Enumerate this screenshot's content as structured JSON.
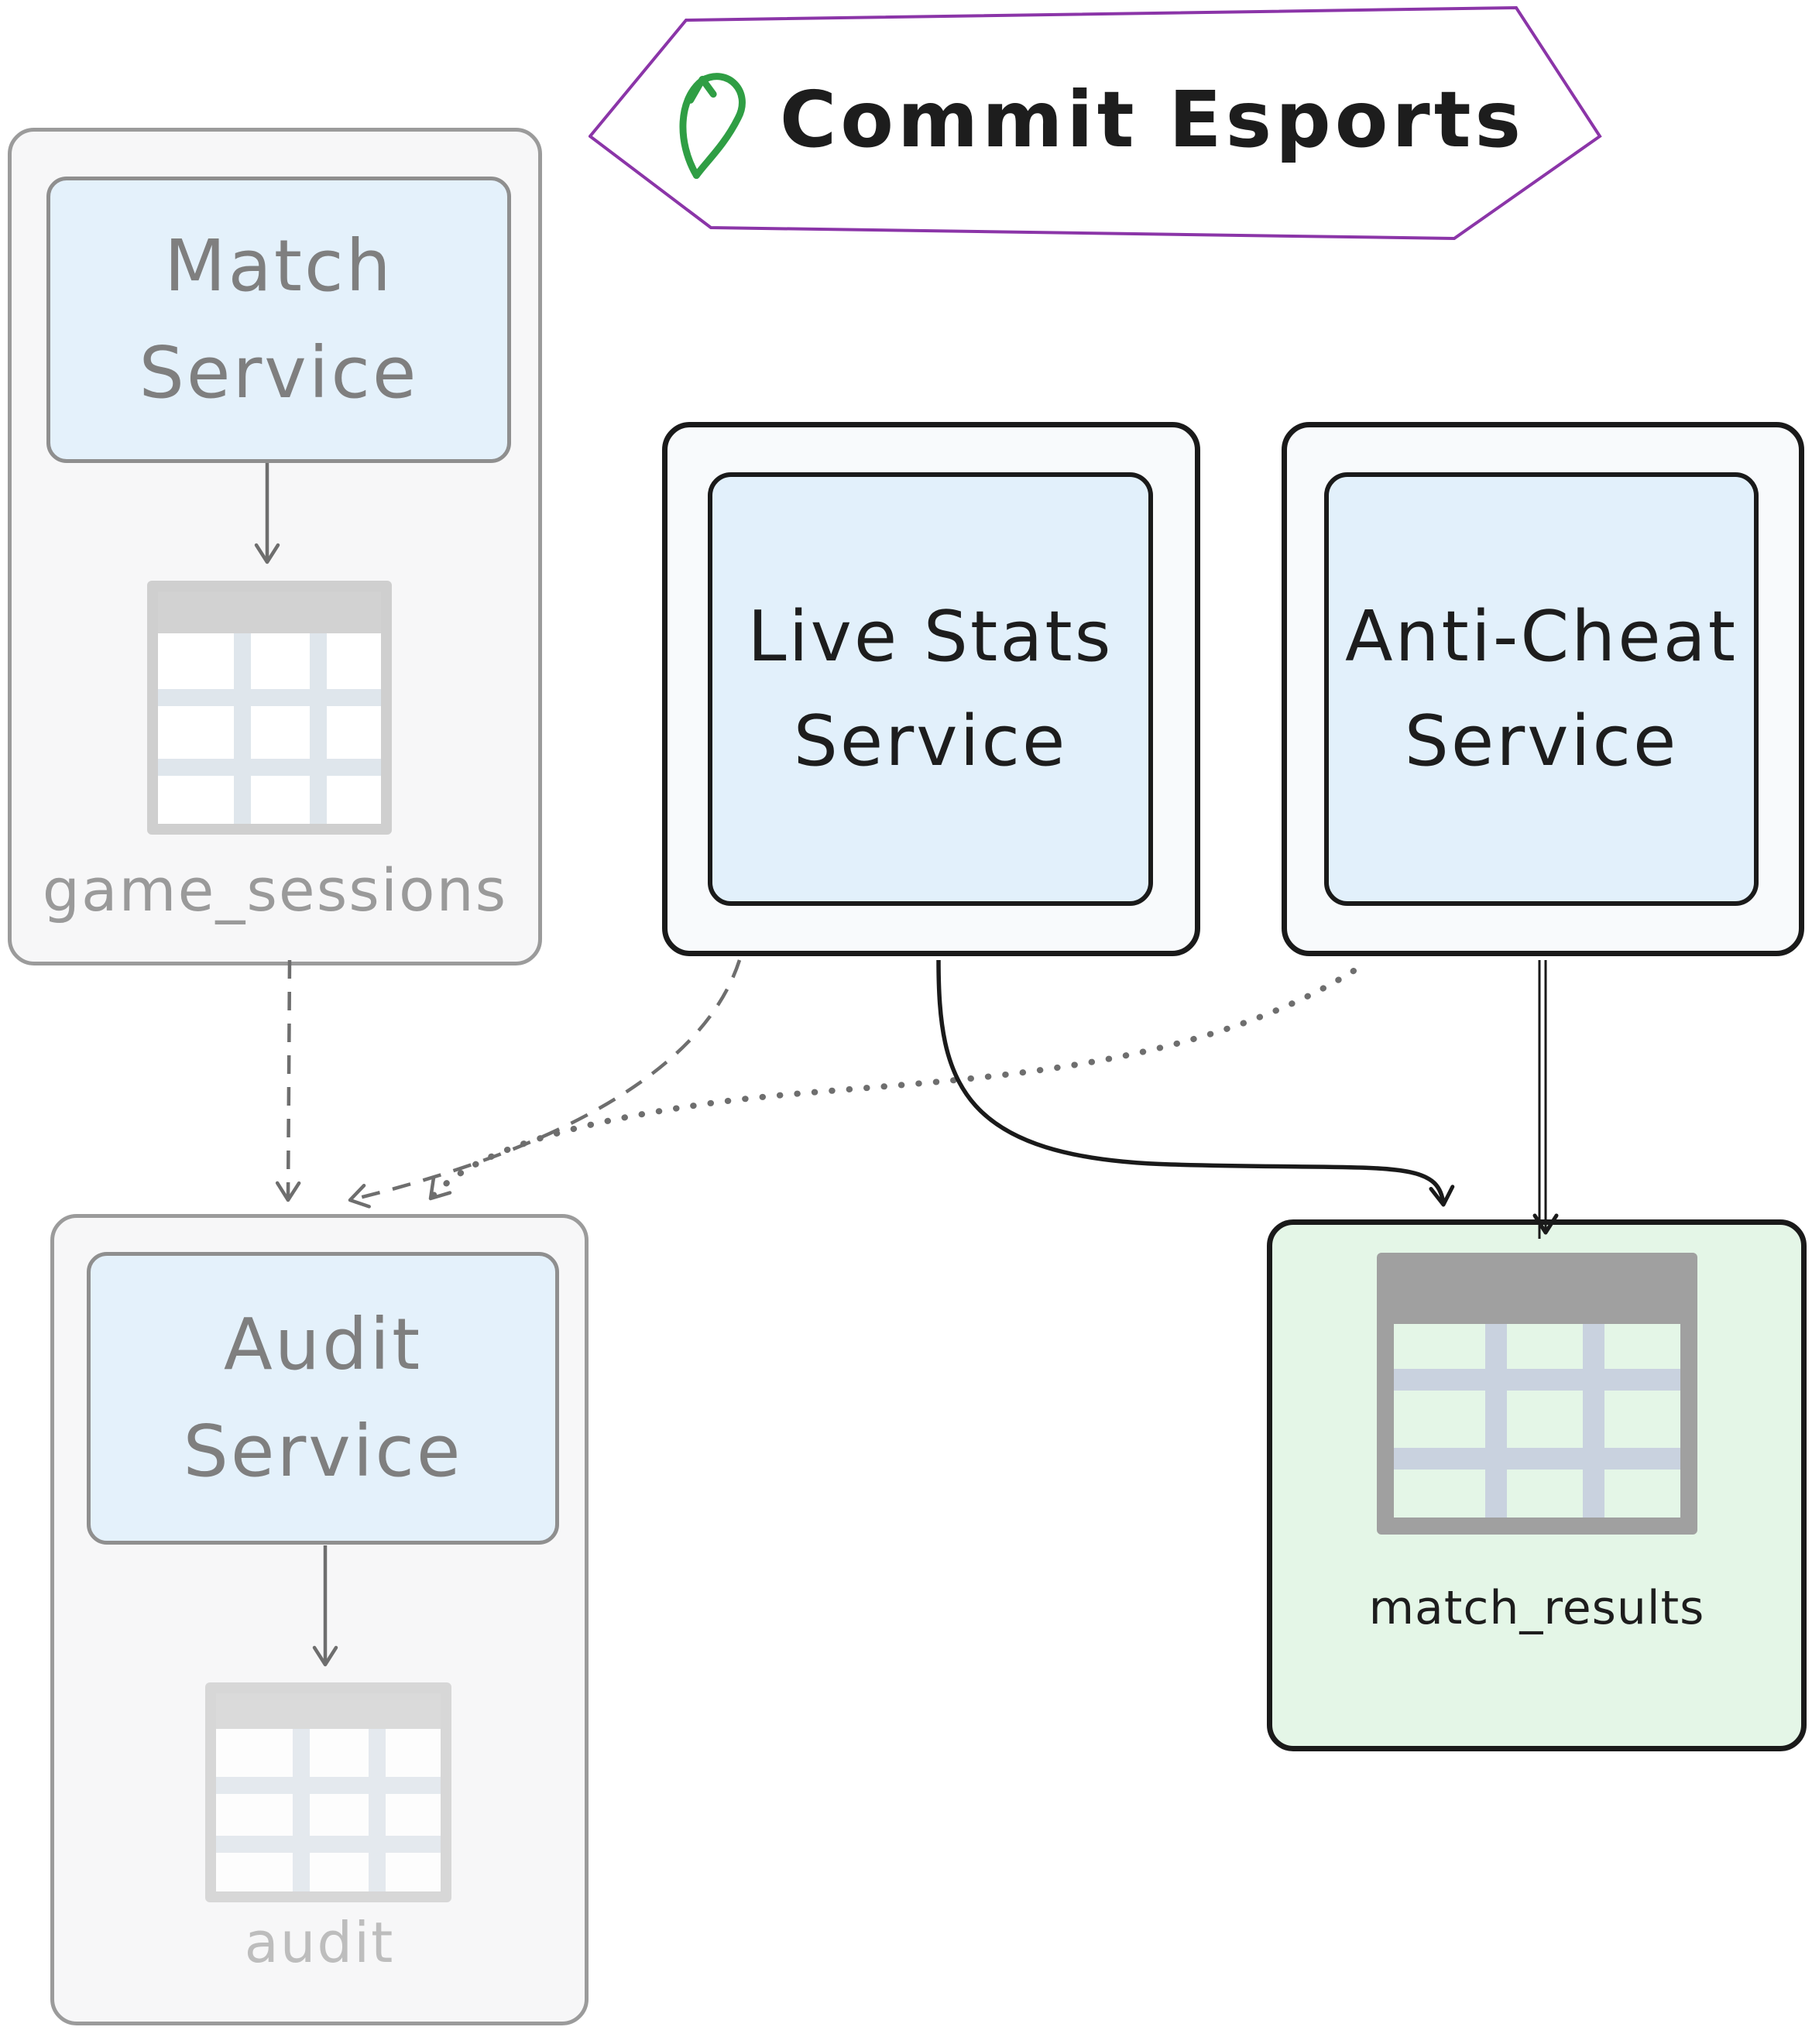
{
  "banner": {
    "title": "Commit Esports",
    "icon": "loop-arrow-icon"
  },
  "nodes": {
    "match": {
      "name_lines": [
        "Match",
        "Service"
      ],
      "table": "game_sessions"
    },
    "live_stats": {
      "name_lines": [
        "Live Stats",
        "Service"
      ]
    },
    "anti_cheat": {
      "name_lines": [
        "Anti-Cheat",
        "Service"
      ]
    },
    "audit": {
      "name_lines": [
        "Audit",
        "Service"
      ],
      "table": "audit"
    },
    "results": {
      "table": "match_results"
    }
  },
  "edges": [
    {
      "from": "Match Service",
      "to": "game_sessions",
      "style": "solid-gray"
    },
    {
      "from": "game_sessions",
      "to": "Audit Service",
      "style": "dashed-gray"
    },
    {
      "from": "Live Stats Service",
      "to": "Audit Service",
      "style": "dashed-gray"
    },
    {
      "from": "Anti-Cheat Service",
      "to": "Audit Service",
      "style": "dotted-gray"
    },
    {
      "from": "Live Stats Service",
      "to": "match_results",
      "style": "solid-black"
    },
    {
      "from": "Anti-Cheat Service",
      "to": "match_results",
      "style": "solid-black"
    },
    {
      "from": "Audit Service",
      "to": "audit",
      "style": "solid-gray"
    }
  ],
  "colors": {
    "banner_fill": "#faf2fc",
    "banner_stroke": "#8b35a8",
    "banner_hatch": "#cf8fe0",
    "loop_icon_green": "#2f9e44",
    "service_blue": "#e4f1fb",
    "panel_gray": "#f7f7f8",
    "results_green": "#e4f6e7",
    "gray_border": "#9b9b9b",
    "black_border": "#1a1a1a",
    "arrow_gray": "#6e6e6e",
    "text_gray": "#7f7f7f",
    "table_label_gray": "#9a9a9a",
    "audit_label_gray": "#bdbdbd",
    "text_black": "#1d1d1d"
  }
}
